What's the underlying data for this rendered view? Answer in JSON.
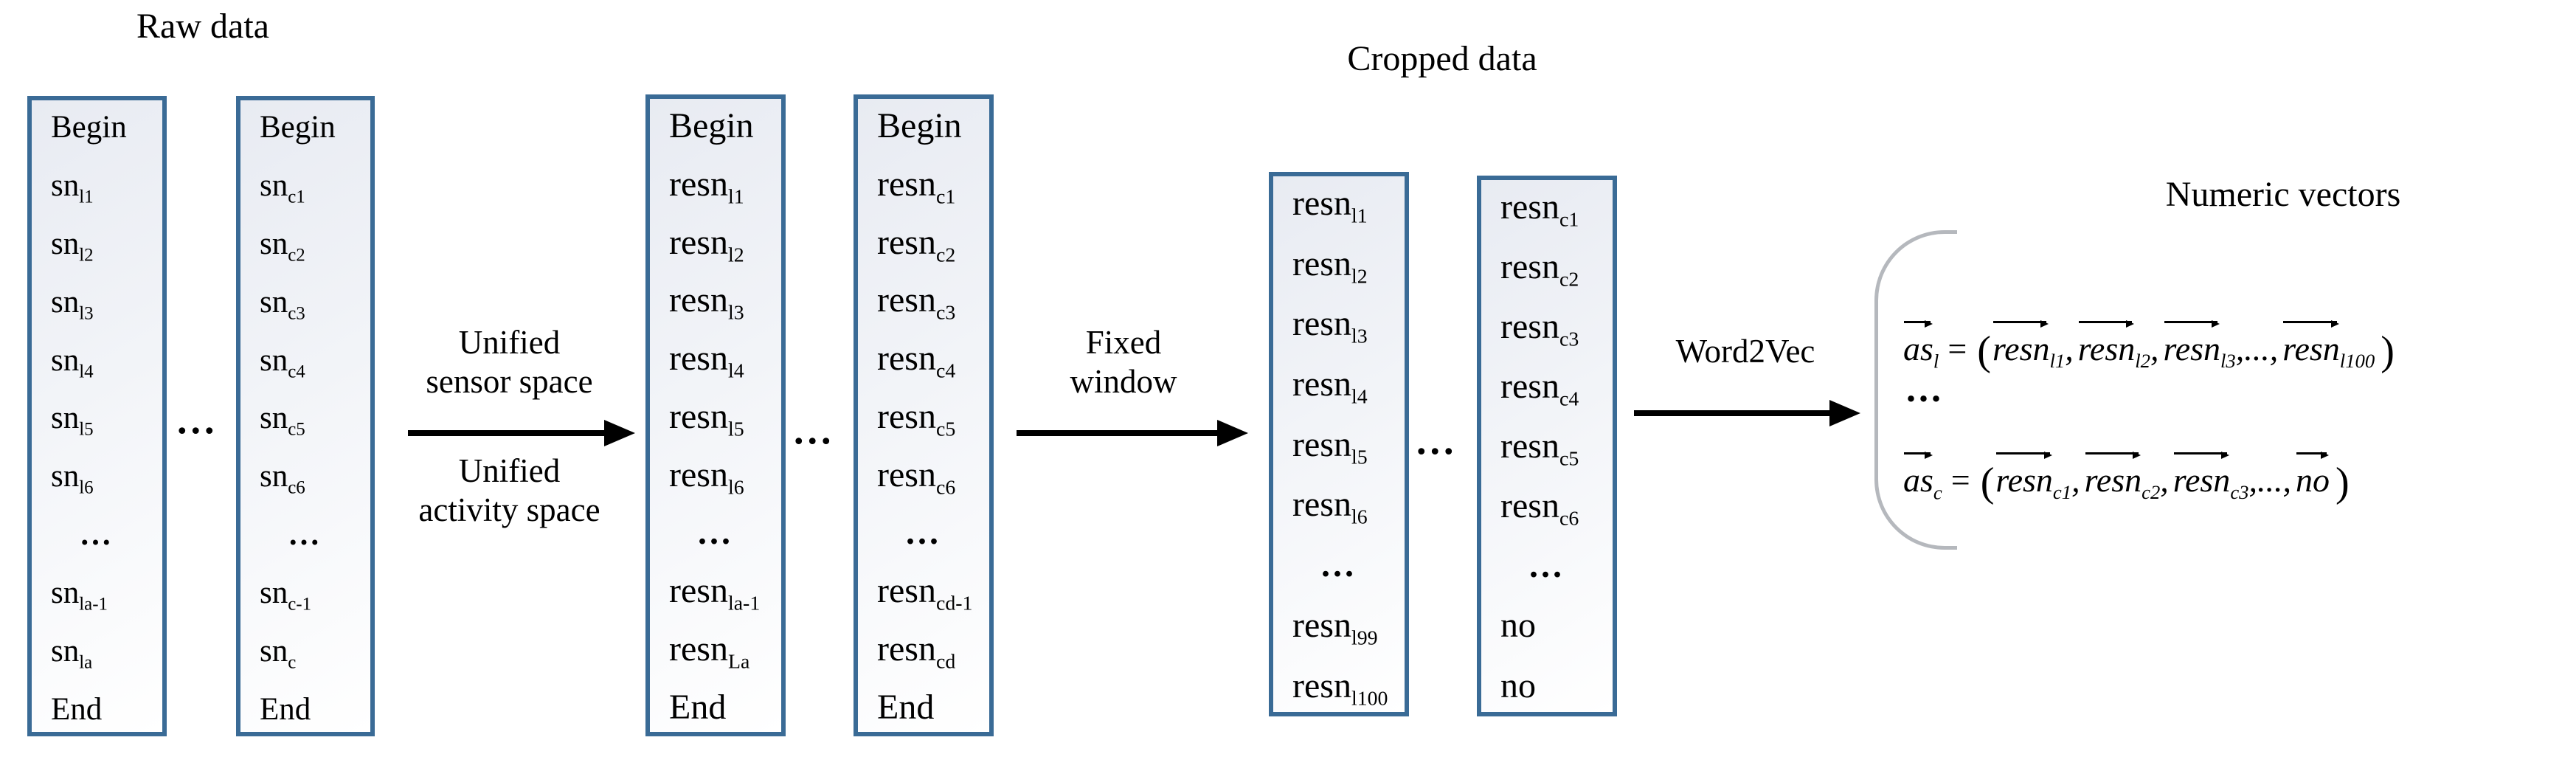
{
  "titles": {
    "raw_data": "Raw data",
    "cropped_data": "Cropped data",
    "numeric_vectors": "Numeric vectors"
  },
  "ellipsis": "...",
  "colors": {
    "box_border": "#3A6B96",
    "box_fill_top": "#E8EBF2",
    "bracket": "#B5B8BD",
    "arrow": "#000000",
    "text": "#000000"
  },
  "arrows": {
    "unify": {
      "top": [
        "Unified",
        "sensor space"
      ],
      "bottom": [
        "Unified",
        "activity space"
      ]
    },
    "window": {
      "top": [
        "Fixed",
        "window"
      ]
    },
    "word2vec": {
      "top": [
        "Word2Vec"
      ]
    }
  },
  "columns": {
    "raw_l": {
      "rows": [
        {
          "t": "Begin"
        },
        {
          "t": "sn",
          "s": "l1"
        },
        {
          "t": "sn",
          "s": "l2"
        },
        {
          "t": "sn",
          "s": "l3"
        },
        {
          "t": "sn",
          "s": "l4"
        },
        {
          "t": "sn",
          "s": "l5"
        },
        {
          "t": "sn",
          "s": "l6"
        },
        {
          "t": "..."
        },
        {
          "t": "sn",
          "s": "la-1"
        },
        {
          "t": "sn",
          "s": "la"
        },
        {
          "t": "End"
        }
      ]
    },
    "raw_c": {
      "rows": [
        {
          "t": "Begin"
        },
        {
          "t": "sn",
          "s": "c1"
        },
        {
          "t": "sn",
          "s": "c2"
        },
        {
          "t": "sn",
          "s": "c3"
        },
        {
          "t": "sn",
          "s": "c4"
        },
        {
          "t": "sn",
          "s": "c5"
        },
        {
          "t": "sn",
          "s": "c6"
        },
        {
          "t": "..."
        },
        {
          "t": "sn",
          "s": "c-1"
        },
        {
          "t": "sn",
          "s": "c"
        },
        {
          "t": "End"
        }
      ]
    },
    "res_l": {
      "rows": [
        {
          "t": "Begin"
        },
        {
          "t": "resn",
          "s": "l1"
        },
        {
          "t": "resn",
          "s": "l2"
        },
        {
          "t": "resn",
          "s": "l3"
        },
        {
          "t": "resn",
          "s": "l4"
        },
        {
          "t": "resn",
          "s": "l5"
        },
        {
          "t": "resn",
          "s": "l6"
        },
        {
          "t": "..."
        },
        {
          "t": "resn",
          "s": "la-1"
        },
        {
          "t": "resn",
          "s": "La"
        },
        {
          "t": "End"
        }
      ]
    },
    "res_c": {
      "rows": [
        {
          "t": "Begin"
        },
        {
          "t": "resn",
          "s": "c1"
        },
        {
          "t": "resn",
          "s": "c2"
        },
        {
          "t": "resn",
          "s": "c3"
        },
        {
          "t": "resn",
          "s": "c4"
        },
        {
          "t": "resn",
          "s": "c5"
        },
        {
          "t": "resn",
          "s": "c6"
        },
        {
          "t": "..."
        },
        {
          "t": "resn",
          "s": "cd-1"
        },
        {
          "t": "resn",
          "s": "cd"
        },
        {
          "t": "End"
        }
      ]
    },
    "crop_l": {
      "rows": [
        {
          "t": "resn",
          "s": "l1"
        },
        {
          "t": "resn",
          "s": "l2"
        },
        {
          "t": "resn",
          "s": "l3"
        },
        {
          "t": "resn",
          "s": "l4"
        },
        {
          "t": "resn",
          "s": "l5"
        },
        {
          "t": "resn",
          "s": "l6"
        },
        {
          "t": "..."
        },
        {
          "t": "resn",
          "s": "l99"
        },
        {
          "t": "resn",
          "s": "l100"
        }
      ]
    },
    "crop_c": {
      "rows": [
        {
          "t": "resn",
          "s": "c1"
        },
        {
          "t": "resn",
          "s": "c2"
        },
        {
          "t": "resn",
          "s": "c3"
        },
        {
          "t": "resn",
          "s": "c4"
        },
        {
          "t": "resn",
          "s": "c5"
        },
        {
          "t": "resn",
          "s": "c6"
        },
        {
          "t": "..."
        },
        {
          "t": "no"
        },
        {
          "t": "no"
        }
      ]
    }
  },
  "formulas": {
    "first": {
      "lhs": {
        "base": "as",
        "s": "l"
      },
      "eq": "=",
      "open": "(",
      "close": ")",
      "terms": [
        {
          "base": "resn",
          "s": "l1",
          "sep": ",",
          "vec": true
        },
        {
          "base": "resn",
          "s": "l2",
          "sep": ",",
          "vec": true
        },
        {
          "base": "resn",
          "s": "l3",
          "sep": ",...,",
          "vec": true
        },
        {
          "base": "resn",
          "s": "l100",
          "sep": "",
          "vec": true
        }
      ]
    },
    "dots": "...",
    "second": {
      "lhs": {
        "base": "as",
        "s": "c"
      },
      "eq": "=",
      "open": "(",
      "close": ")",
      "terms": [
        {
          "base": "resn",
          "s": "c1",
          "sep": ",",
          "vec": true
        },
        {
          "base": "resn",
          "s": "c2",
          "sep": ",",
          "vec": true
        },
        {
          "base": "resn",
          "s": "c3",
          "sep": ",...,",
          "vec": true
        },
        {
          "base": "no",
          "sep": "",
          "vec": true
        }
      ]
    }
  }
}
